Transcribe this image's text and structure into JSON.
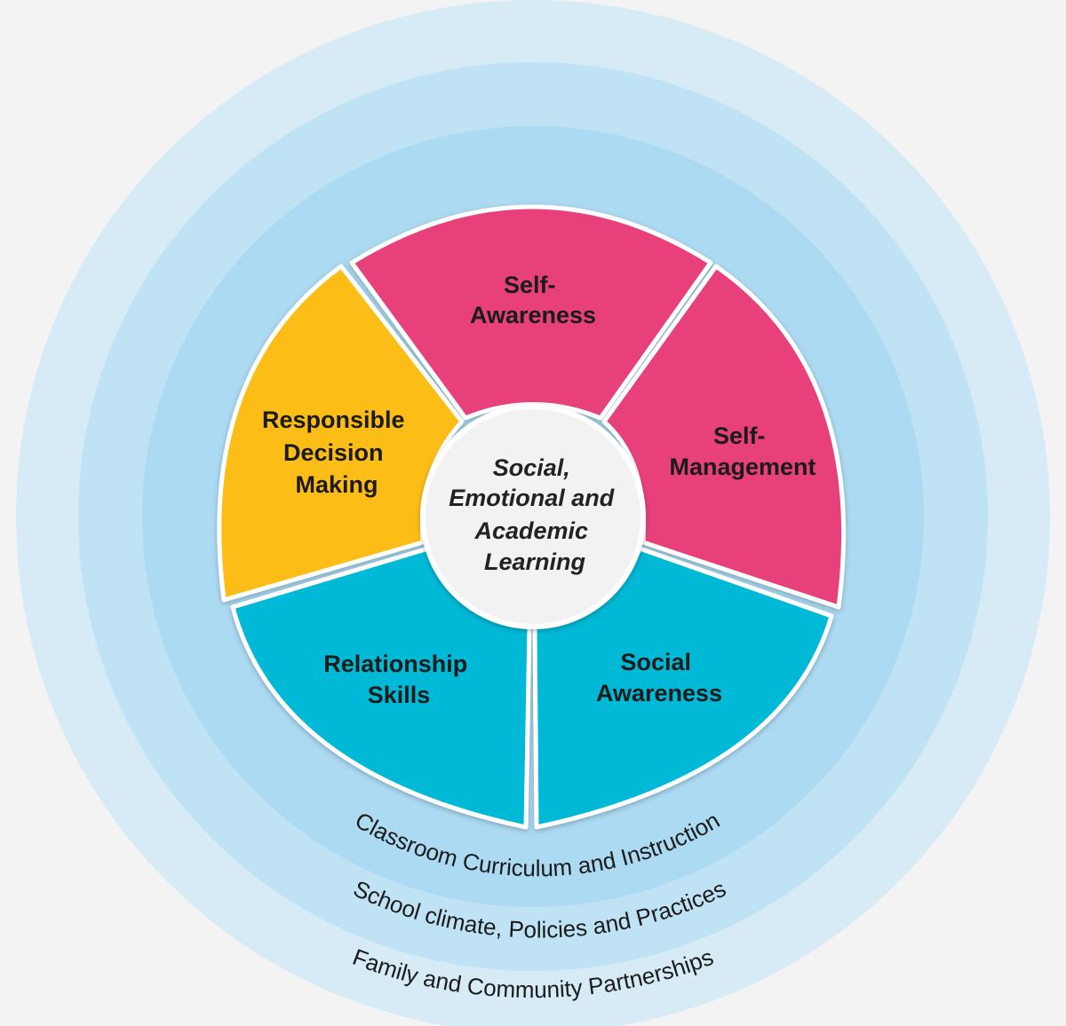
{
  "core": {
    "lines": [
      "Social,",
      "Emotional and",
      "Academic",
      "Learning"
    ]
  },
  "segments": [
    {
      "id": "self-awareness",
      "lines": [
        "Self-",
        "Awareness"
      ],
      "color": "#e8417a"
    },
    {
      "id": "self-management",
      "lines": [
        "Self-",
        "Management"
      ],
      "color": "#e8417a"
    },
    {
      "id": "social-awareness",
      "lines": [
        "Social",
        "Awareness"
      ],
      "color": "#00b9d6"
    },
    {
      "id": "relationship-skills",
      "lines": [
        "Relationship",
        "Skills"
      ],
      "color": "#00b9d6"
    },
    {
      "id": "responsible-decision-making",
      "lines": [
        "Responsible",
        "Decision",
        "Making"
      ],
      "color": "#fbbd12"
    }
  ],
  "rings": [
    {
      "id": "classroom",
      "label": "Classroom Curriculum and Instruction",
      "color": "#abdaf2"
    },
    {
      "id": "school",
      "label": "School climate, Policies and Practices",
      "color": "#bfe2f4"
    },
    {
      "id": "family",
      "label": "Family and Community Partnerships",
      "color": "#d6ebf6"
    }
  ]
}
